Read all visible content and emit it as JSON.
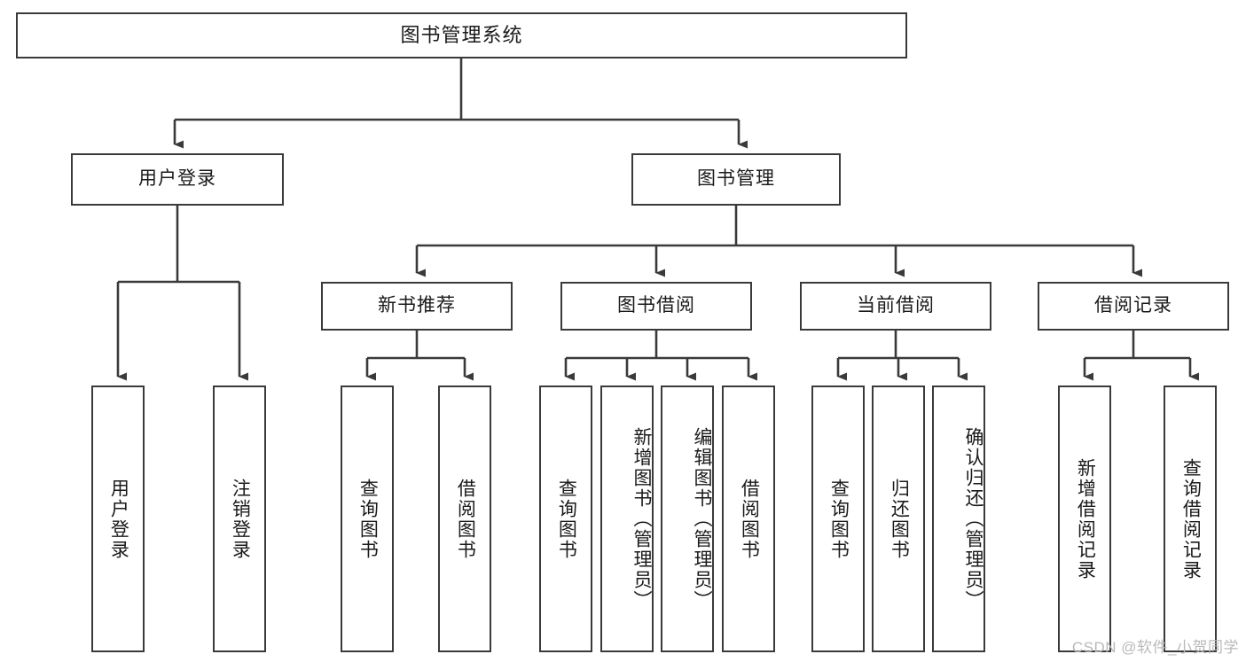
{
  "diagram": {
    "title": "图书管理系统",
    "type": "tree-hierarchy",
    "watermark": "CSDN @软件_小贺同学",
    "colors": {
      "box_border": "#3a3a3a",
      "box_fill": "#ffffff",
      "edge": "#3a3a3a",
      "text": "#1a1a1a",
      "watermark": "#b9b9b9",
      "background": "#ffffff"
    },
    "nodes": {
      "root": {
        "label": "图书管理系统"
      },
      "level2": [
        {
          "id": "user-login",
          "label": "用户登录"
        },
        {
          "id": "book-manage",
          "label": "图书管理"
        }
      ],
      "level3": [
        {
          "id": "new-book-recommend",
          "label": "新书推荐"
        },
        {
          "id": "book-borrow",
          "label": "图书借阅"
        },
        {
          "id": "current-borrow",
          "label": "当前借阅"
        },
        {
          "id": "borrow-record",
          "label": "借阅记录"
        }
      ],
      "leaves": {
        "user-login": [
          {
            "id": "leaf-user-login",
            "label": "用户登录"
          },
          {
            "id": "leaf-logout-login",
            "label": "注销登录"
          }
        ],
        "new-book-recommend": [
          {
            "id": "leaf-query-book-1",
            "label": "查询图书"
          },
          {
            "id": "leaf-borrow-book-1",
            "label": "借阅图书"
          }
        ],
        "book-borrow": [
          {
            "id": "leaf-query-book-2",
            "label": "查询图书"
          },
          {
            "id": "leaf-add-book",
            "label": "新增图书（管理员）"
          },
          {
            "id": "leaf-edit-book",
            "label": "编辑图书（管理员）"
          },
          {
            "id": "leaf-borrow-book-2",
            "label": "借阅图书"
          }
        ],
        "current-borrow": [
          {
            "id": "leaf-query-book-3",
            "label": "查询图书"
          },
          {
            "id": "leaf-return-book",
            "label": "归还图书"
          },
          {
            "id": "leaf-confirm-return",
            "label": "确认归还（管理员）"
          }
        ],
        "borrow-record": [
          {
            "id": "leaf-add-record",
            "label": "新增借阅记录"
          },
          {
            "id": "leaf-query-record",
            "label": "查询借阅记录"
          }
        ]
      }
    }
  }
}
